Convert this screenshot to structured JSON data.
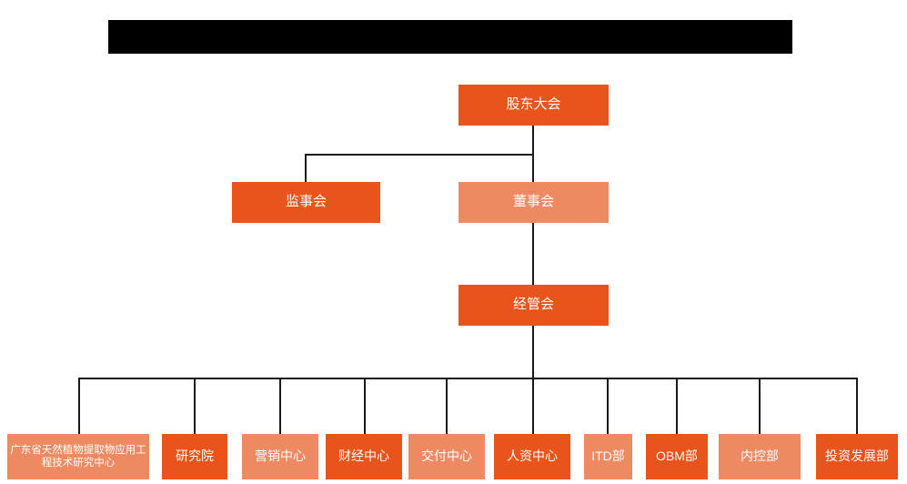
{
  "page": {
    "background_color": "#ffffff",
    "title_banner": {
      "label": "",
      "redacted": "true",
      "color": "#000000"
    }
  },
  "palette": {
    "dark_orange": "#E8541B",
    "light_orange": "#EE8A62",
    "connector": "#1a1a1a",
    "text": "#ffffff"
  },
  "chart_data": {
    "type": "diagram",
    "diagram_type": "org-chart",
    "title": "",
    "orientation": "top-down",
    "levels": [
      {
        "level": 1,
        "nodes": [
          {
            "id": "shareholders",
            "label": "股东大会",
            "fill": "#E8541B"
          }
        ]
      },
      {
        "level": 2,
        "nodes": [
          {
            "id": "supervisors",
            "label": "监事会",
            "fill": "#E8541B"
          },
          {
            "id": "directors",
            "label": "董事会",
            "fill": "#EE8A62"
          }
        ]
      },
      {
        "level": 3,
        "nodes": [
          {
            "id": "management",
            "label": "经管会",
            "fill": "#E8541B"
          }
        ]
      },
      {
        "level": 4,
        "nodes": [
          {
            "id": "dept-1",
            "label": "广东省天然植物提取物应用工程技术研究中心",
            "fill": "#EE8A62"
          },
          {
            "id": "dept-2",
            "label": "研究院",
            "fill": "#E8541B"
          },
          {
            "id": "dept-3",
            "label": "营销中心",
            "fill": "#EE8A62"
          },
          {
            "id": "dept-4",
            "label": "财经中心",
            "fill": "#E8541B"
          },
          {
            "id": "dept-5",
            "label": "交付中心",
            "fill": "#EE8A62"
          },
          {
            "id": "dept-6",
            "label": "人资中心",
            "fill": "#E8541B"
          },
          {
            "id": "dept-7",
            "label": "ITD部",
            "fill": "#EE8A62"
          },
          {
            "id": "dept-8",
            "label": "OBM部",
            "fill": "#E8541B"
          },
          {
            "id": "dept-9",
            "label": "内控部",
            "fill": "#EE8A62"
          },
          {
            "id": "dept-10",
            "label": "投资发展部",
            "fill": "#E8541B"
          }
        ]
      }
    ],
    "edges": [
      {
        "from": "shareholders",
        "to": "supervisors"
      },
      {
        "from": "shareholders",
        "to": "directors"
      },
      {
        "from": "directors",
        "to": "management"
      },
      {
        "from": "management",
        "to": "dept-1"
      },
      {
        "from": "management",
        "to": "dept-2"
      },
      {
        "from": "management",
        "to": "dept-3"
      },
      {
        "from": "management",
        "to": "dept-4"
      },
      {
        "from": "management",
        "to": "dept-5"
      },
      {
        "from": "management",
        "to": "dept-6"
      },
      {
        "from": "management",
        "to": "dept-7"
      },
      {
        "from": "management",
        "to": "dept-8"
      },
      {
        "from": "management",
        "to": "dept-9"
      },
      {
        "from": "management",
        "to": "dept-10"
      }
    ]
  }
}
